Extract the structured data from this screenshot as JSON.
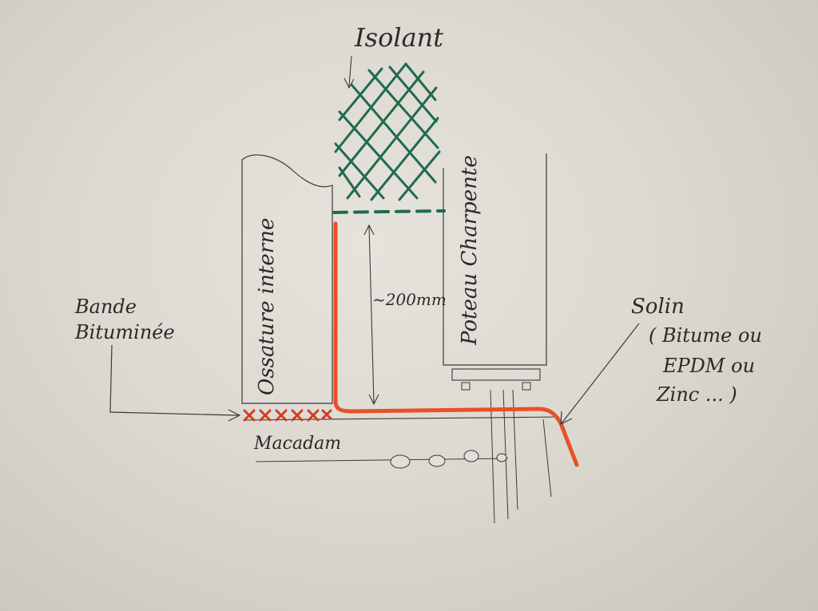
{
  "labels": {
    "isolant": "Isolant",
    "ossature": "Ossature interne",
    "poteau": "Poteau Charpente",
    "distance": "~200mm",
    "bande_line1": "Bande",
    "bande_line2": "Bituminée",
    "solin_line1": "Solin",
    "solin_line2": "( Bitume ou",
    "solin_line3": "EPDM ou",
    "solin_line4": "Zinc ... )",
    "macadam": "Macadam"
  },
  "colors": {
    "ink": "#2a2a2a",
    "membrane": "#e8502a",
    "insulation": "#1f6b4f",
    "paper": "#e2dfd8"
  }
}
